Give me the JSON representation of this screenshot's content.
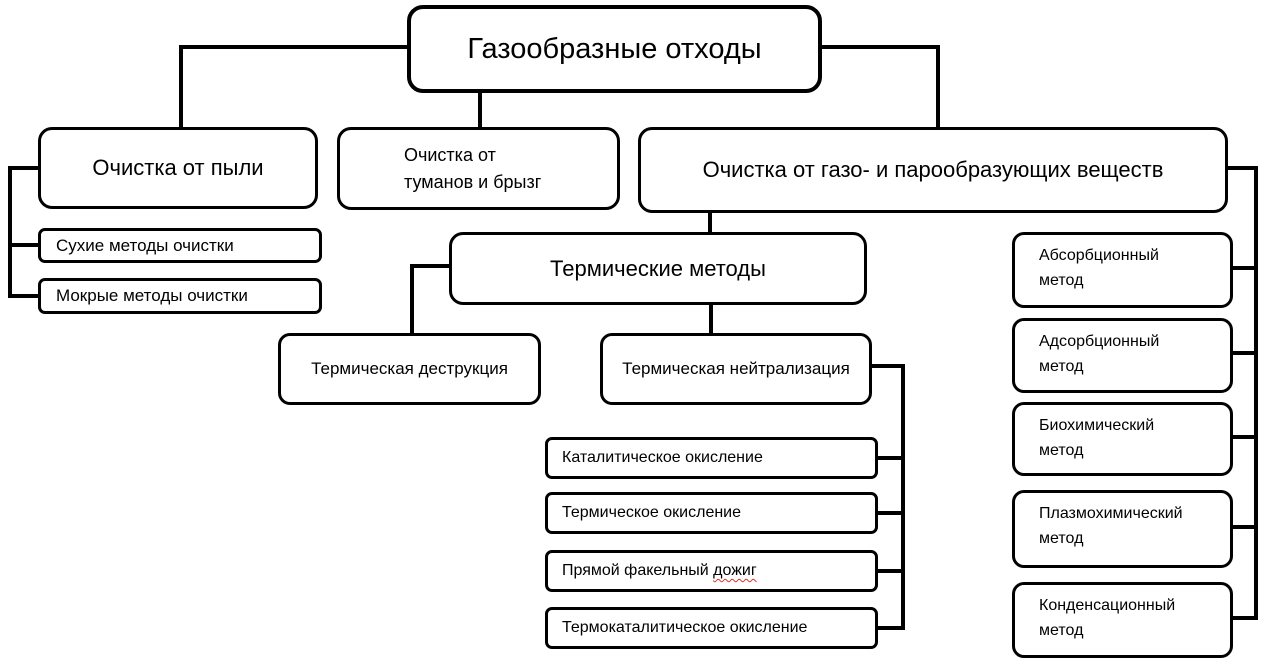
{
  "diagram": {
    "nodes": {
      "root": {
        "label": "Газообразные отходы"
      },
      "dust": {
        "label": "Очистка от пыли"
      },
      "mist": {
        "lines": [
          "Очистка от",
          "туманов и брызг"
        ]
      },
      "gas": {
        "label": "Очистка от газо- и парообразующих веществ"
      },
      "dry": {
        "label": "Сухие методы очистки"
      },
      "wet": {
        "label": "Мокрые методы очистки"
      },
      "thermal": {
        "label": "Термические методы"
      },
      "destruction": {
        "label": "Термическая деструкция"
      },
      "neutralization": {
        "label": "Термическая нейтрализация"
      },
      "catalytic": {
        "label": "Каталитическое окисление"
      },
      "thermal_oxidation": {
        "label": "Термическое окисление"
      },
      "flare": {
        "text_before": "Прямой факельный ",
        "misspelled_word": "дожиг"
      },
      "thermocatalytic": {
        "label": "Термокаталитическое окисление"
      },
      "absorption": {
        "lines": [
          "Абсорбционный",
          "метод"
        ]
      },
      "adsorption": {
        "lines": [
          "Адсорбционный",
          "метод"
        ]
      },
      "biochemical": {
        "lines": [
          "Биохимический",
          "метод"
        ]
      },
      "plasma": {
        "lines": [
          "Плазмохимический",
          "метод"
        ]
      },
      "condensation": {
        "lines": [
          "Конденсационный",
          "метод"
        ]
      }
    },
    "colors": {
      "stroke": "#000000",
      "fill": "#ffffff",
      "text": "#000000",
      "spellcheck_underline": "#e02f1f"
    }
  }
}
